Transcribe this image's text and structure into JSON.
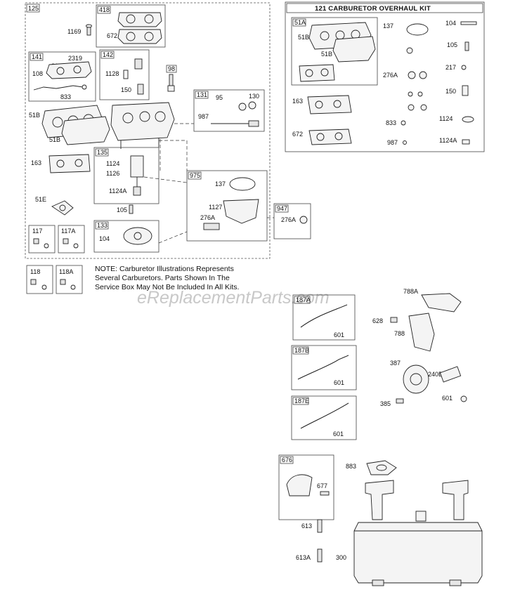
{
  "watermark": "eReplacementParts.com",
  "kit_title": "121 CARBURETOR OVERHAUL KIT",
  "note_lines": [
    "NOTE:  Carburetor  Illustrations  Represents",
    "Several  Carburetors.  Parts  Shown  In  The",
    "Service Box May Not Be Included In All Kits."
  ],
  "labels": {
    "l125": "125",
    "l418": "418",
    "l672a": "672",
    "l1169": "1169",
    "l141": "141",
    "l2319": "2319",
    "l217a": "217",
    "l108": "108",
    "l833a": "833",
    "l142": "142",
    "l1128": "1128",
    "l150a": "150",
    "l98": "98",
    "l131": "131",
    "l95": "95",
    "l130": "130",
    "l987a": "987",
    "l51Ba": "51B",
    "l51Bb": "51B",
    "l135": "135",
    "l1124a": "1124",
    "l1126": "1126",
    "l1124Aa": "1124A",
    "l163a": "163",
    "l51E": "51E",
    "l105a": "105",
    "l975": "975",
    "l137a": "137",
    "l1127": "1127",
    "l276Aa": "276A",
    "l947": "947",
    "l276Ab": "276A",
    "l117": "117",
    "l117A": "117A",
    "l133": "133",
    "l104a": "104",
    "l118": "118",
    "l118A": "118A",
    "l51A": "51A",
    "l51Bc": "51B",
    "l51Bd": "51B",
    "l137b": "137",
    "l104b": "104",
    "l105b": "105",
    "l276Ac": "276A",
    "l217b": "217",
    "l150b": "150",
    "l163b": "163",
    "l833b": "833",
    "l1124b": "1124",
    "l672b": "672",
    "l987b": "987",
    "l1124Ab": "1124A",
    "l187A": "187A",
    "l601a": "601",
    "l187B": "187B",
    "l601b": "601",
    "l187E": "187E",
    "l601c": "601",
    "l788A": "788A",
    "l628": "628",
    "l788": "788",
    "l387": "387",
    "l240B": "240B",
    "l385": "385",
    "l601d": "601",
    "l676": "676",
    "l883": "883",
    "l677": "677",
    "l613": "613",
    "l613A": "613A",
    "l300": "300"
  }
}
